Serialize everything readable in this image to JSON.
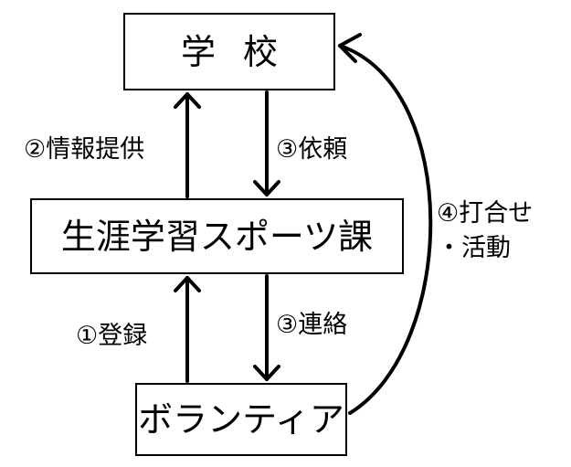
{
  "nodes": {
    "school": "学校",
    "division": "生涯学習スポーツ課",
    "volunteer": "ボランティア"
  },
  "edges": {
    "info": "②情報提供",
    "request": "③依頼",
    "register": "①登録",
    "contact": "③連絡",
    "meeting_line1": "④打合せ",
    "meeting_line2": "・活動"
  }
}
